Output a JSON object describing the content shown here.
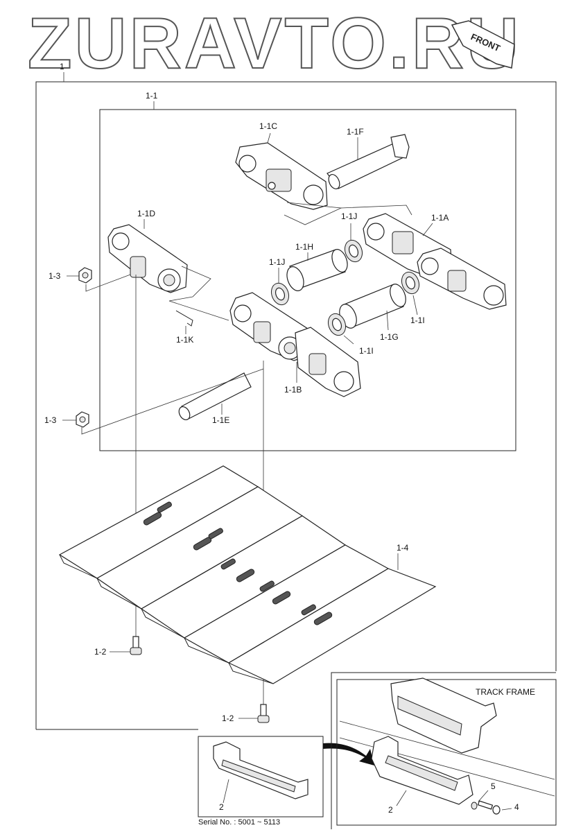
{
  "watermark": "ZURAVTO.RU",
  "front_label": "FRONT",
  "labels": {
    "main": "1",
    "sub": "1-1",
    "c": "1-1C",
    "f": "1-1F",
    "d": "1-1D",
    "j_top": "1-1J",
    "a": "1-1A",
    "h": "1-1H",
    "j_left": "1-1J",
    "nut_top": "1-3",
    "k": "1-1K",
    "i_right": "1-1I",
    "g": "1-1G",
    "i_mid": "1-1I",
    "b": "1-1B",
    "nut_bottom": "1-3",
    "e": "1-1E",
    "shoe": "1-4",
    "bolt_left": "1-2",
    "bolt_bottom": "1-2",
    "guard_small": "2",
    "guard_detail": "2",
    "washer": "5",
    "bolt_guard": "4"
  },
  "track_frame_label": "TRACK FRAME",
  "serial_text": "Serial No. : 5001 ~ 5113"
}
